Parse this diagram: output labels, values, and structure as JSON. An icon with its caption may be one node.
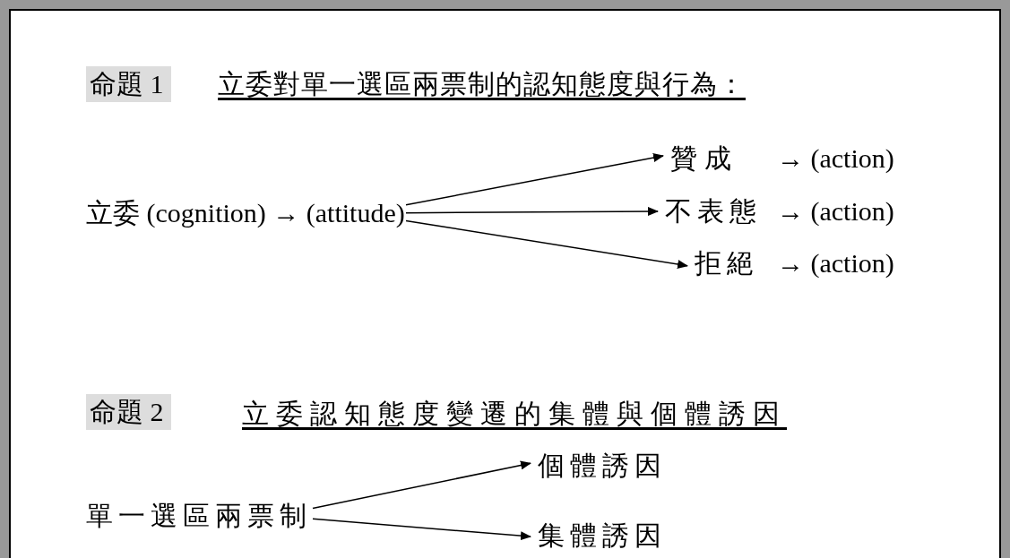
{
  "diagram": {
    "nodes": [
      {
        "text": [
          "立委 (cognition) → (attitude)"
        ]
      },
      {
        "text": [
          "贊成"
        ],
        "beside": [
          "→ (action)"
        ]
      },
      {
        "text": [
          "不表態"
        ],
        "beside": [
          "→ (action)"
        ]
      },
      {
        "text": [
          "拒絕"
        ],
        "beside": [
          "→ (action)"
        ]
      },
      {
        "text": [
          "單一選區兩票制"
        ]
      },
      {
        "text": [
          "個體誘因"
        ]
      },
      {
        "text": [
          "集體誘因"
        ]
      }
    ],
    "edges": [
      {
        "from": 0,
        "to": 1,
        "arrow": "to"
      },
      {
        "from": 0,
        "to": 2,
        "arrow": "to"
      },
      {
        "from": 0,
        "to": 3,
        "arrow": "to"
      },
      {
        "from": 4,
        "to": 5,
        "arrow": "to"
      },
      {
        "from": 4,
        "to": 6,
        "arrow": "to"
      }
    ],
    "labels": [
      "命題 1",
      "立委對單一選區兩票制的認知態度與行為：",
      "命題 2",
      "立委認知態度變遷的集體與個體誘因"
    ]
  }
}
